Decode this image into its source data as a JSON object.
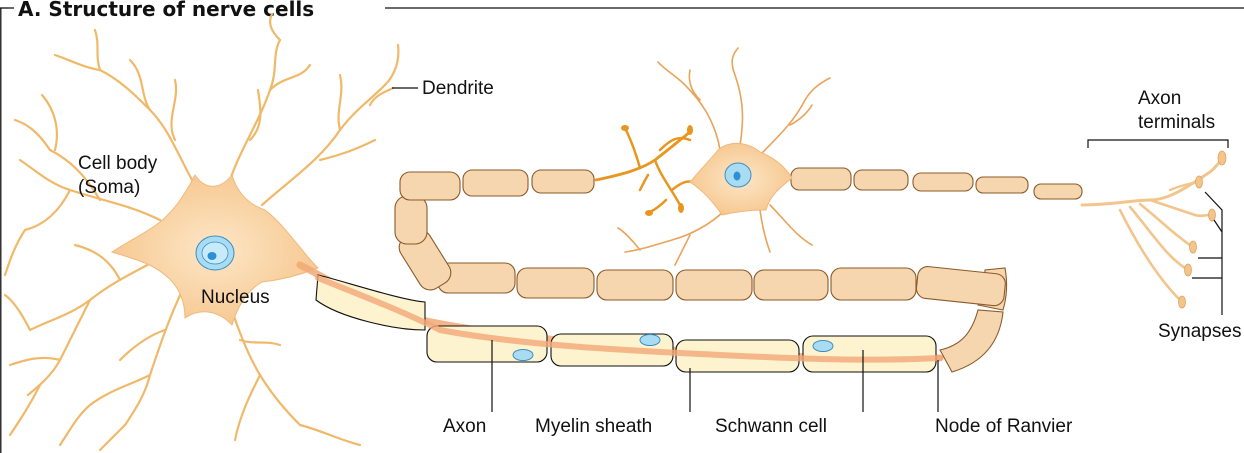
{
  "title": "A. Structure of nerve cells",
  "labels": {
    "dendrite": "Dendrite",
    "cell_body_line1": "Cell body",
    "cell_body_line2": "(Soma)",
    "nucleus": "Nucleus",
    "axon_terminals_line1": "Axon",
    "axon_terminals_line2": "terminals",
    "synapses": "Synapses",
    "axon": "Axon",
    "myelin_sheath": "Myelin sheath",
    "schwann_cell": "Schwann cell",
    "node_of_ranvier": "Node of Ranvier"
  },
  "colors": {
    "cell_body": "#f7c58e",
    "dendrite": "#f0b96a",
    "myelin": "#f6d6ae",
    "schwann": "#fdf3cf",
    "nucleus": "#a9dcf3",
    "axon": "#f2a877",
    "second_neuron_dendrite": "#e8961e"
  }
}
